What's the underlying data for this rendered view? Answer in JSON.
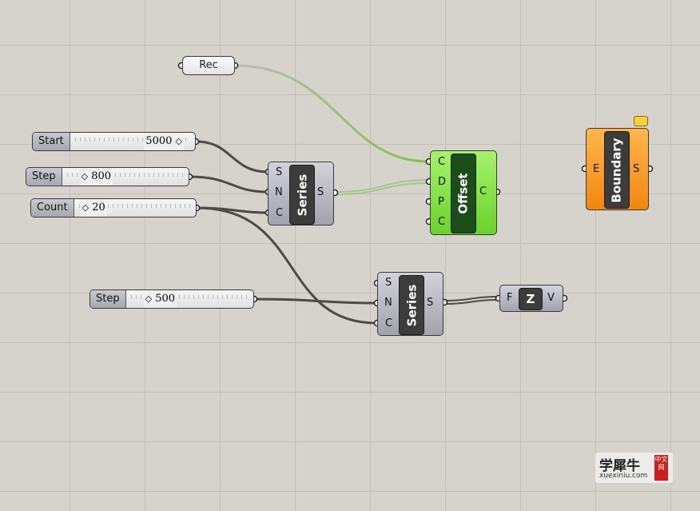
{
  "canvas": {
    "rec_panel": {
      "label": "Rec"
    },
    "sliders": {
      "start": {
        "label": "Start",
        "value": "5000"
      },
      "step1": {
        "label": "Step",
        "value": "800"
      },
      "count": {
        "label": "Count",
        "value": "20"
      },
      "step2": {
        "label": "Step",
        "value": "500"
      }
    },
    "series1": {
      "name": "Series",
      "inputs": [
        "S",
        "N",
        "C"
      ],
      "output": "S"
    },
    "series2": {
      "name": "Series",
      "inputs": [
        "S",
        "N",
        "C"
      ],
      "output": "S"
    },
    "offset": {
      "name": "Offset",
      "inputs": [
        "C",
        "D",
        "P",
        "C"
      ],
      "output": "C"
    },
    "boundary": {
      "name": "Boundary",
      "input": "E",
      "output": "S"
    },
    "deconstruct": {
      "name": "Z",
      "input": "F",
      "output": "V"
    }
  },
  "watermark": {
    "brand": "学犀牛",
    "site": "xuexiniu.com",
    "badge": "中文网"
  },
  "colors": {
    "canvas_bg": "#d6d3cd",
    "wire_default": "#4e4b47",
    "wire_selected": "#8cc84b",
    "component_gray": "#b5b5bf",
    "component_green": "#7ce03a",
    "component_orange": "#f6941f"
  }
}
